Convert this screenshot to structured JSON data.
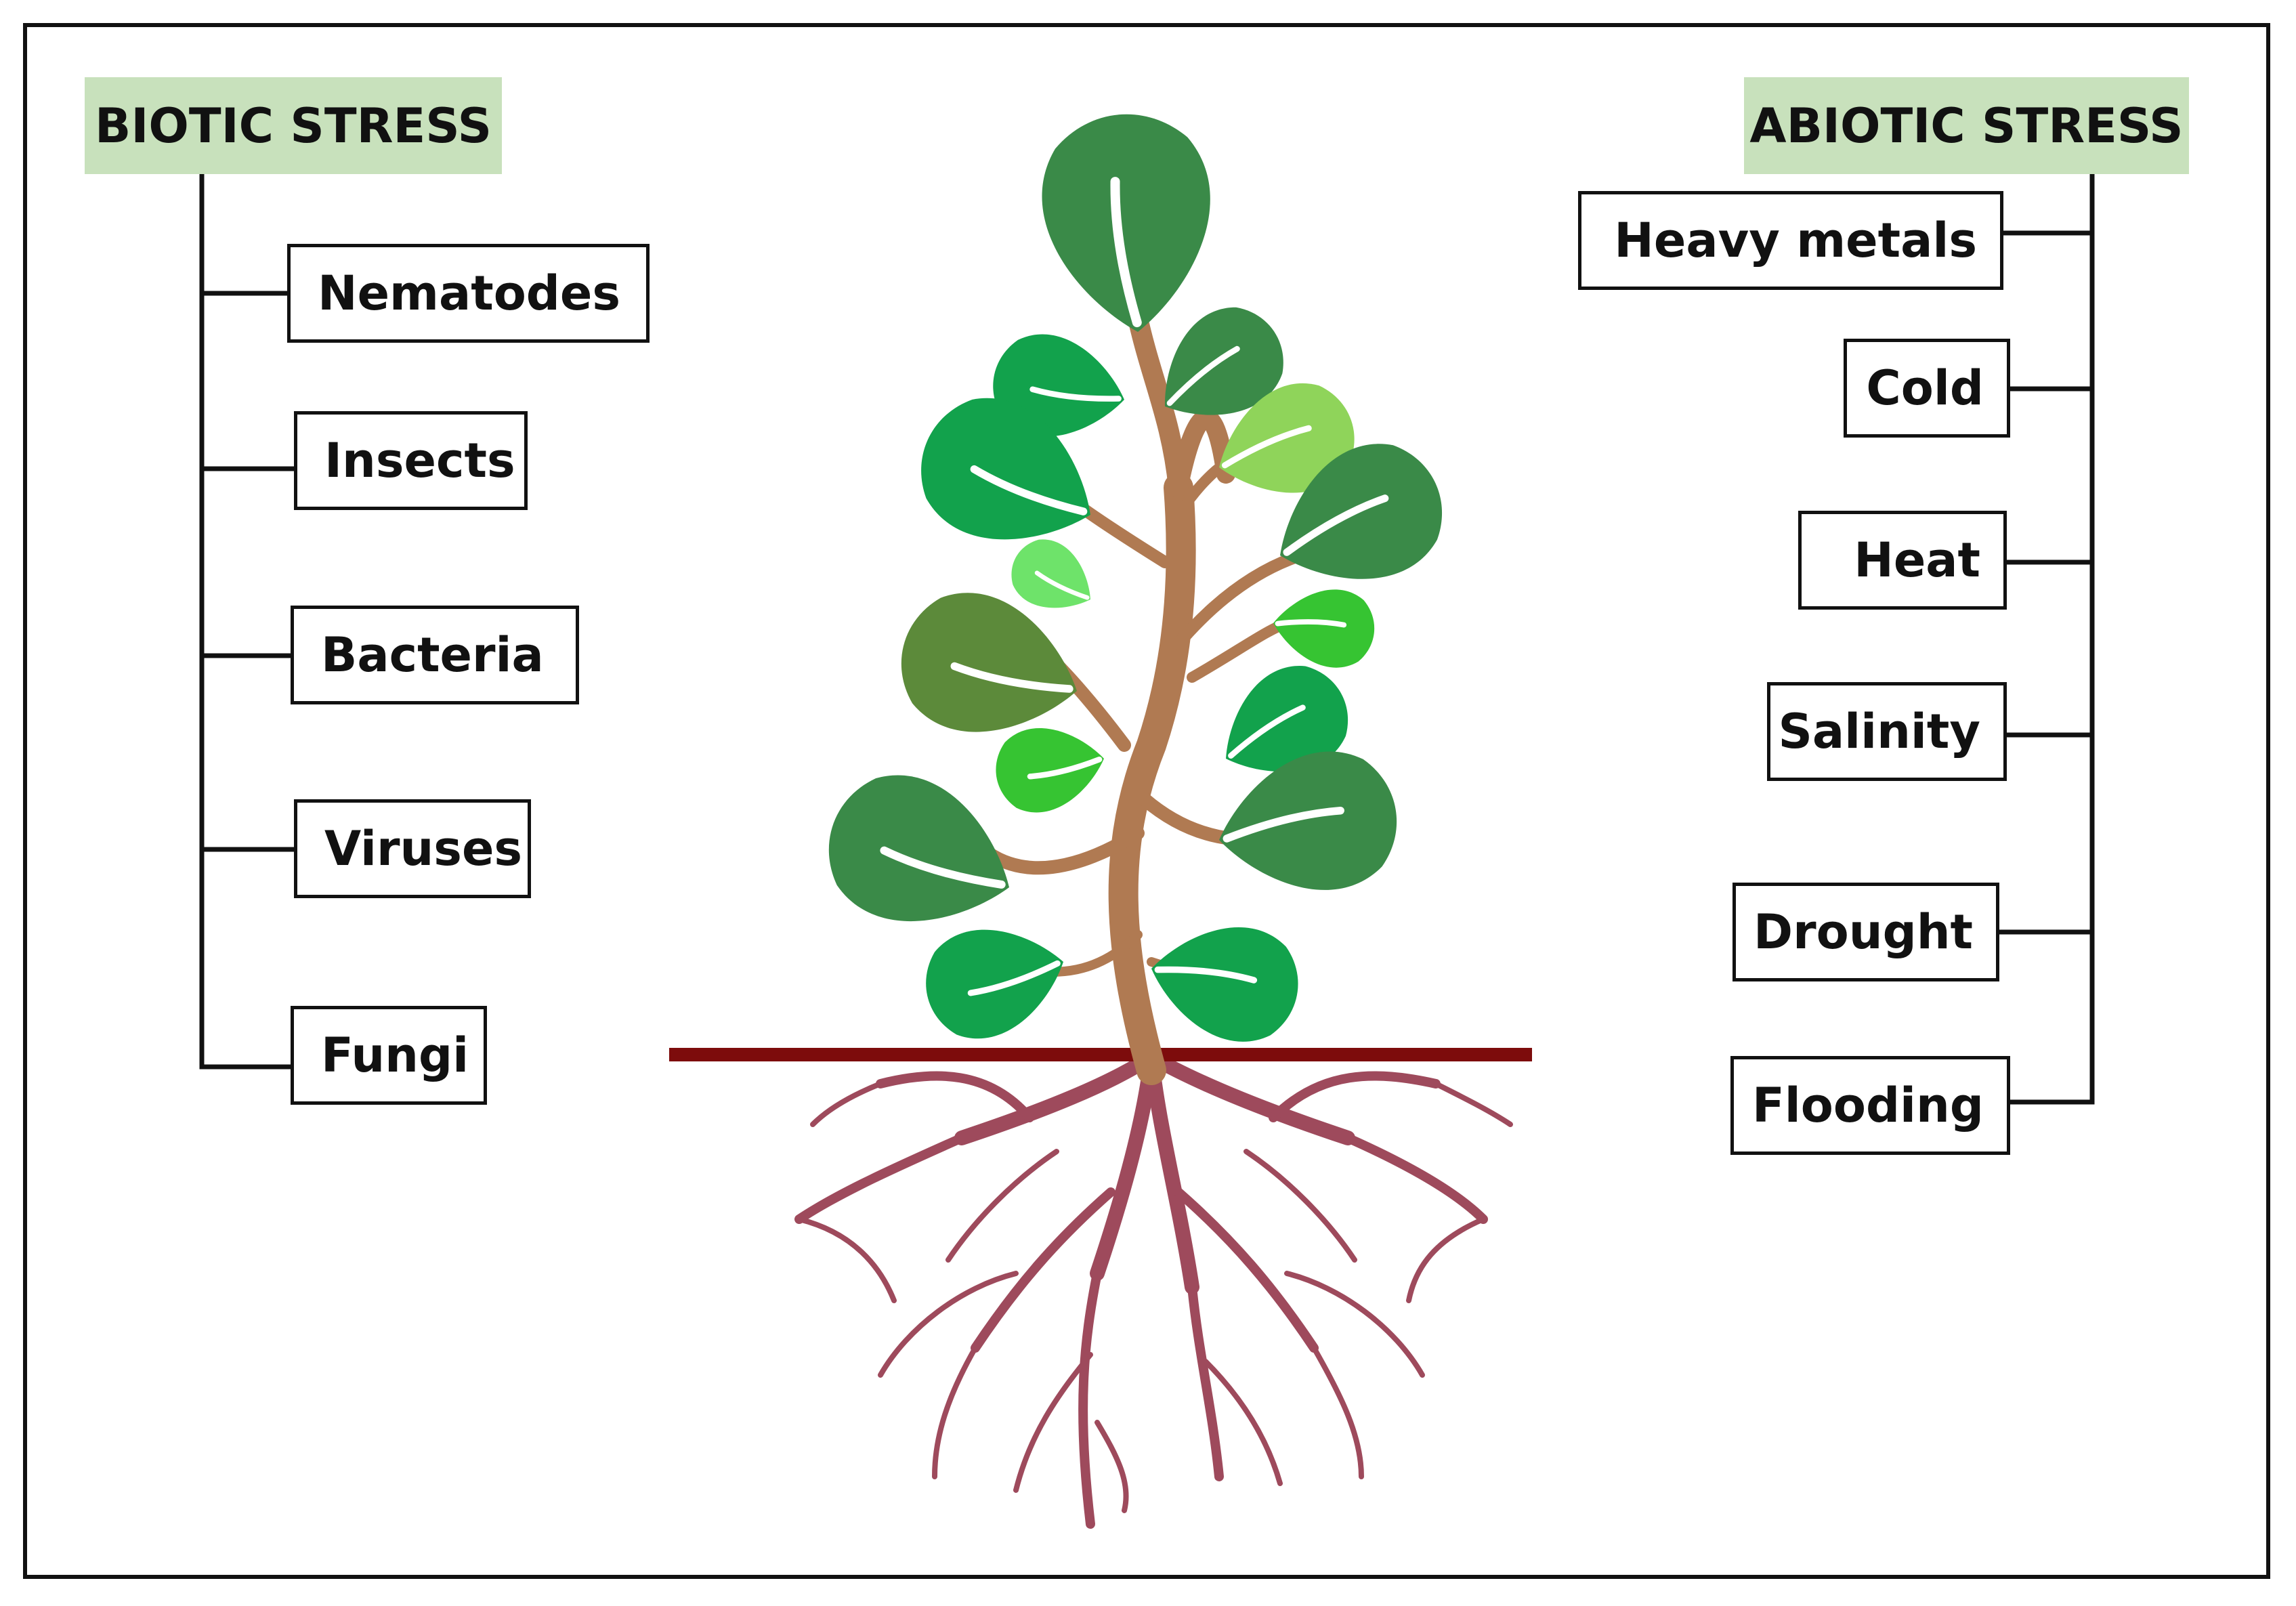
{
  "colors": {
    "header_fill": "#c8e1bc",
    "line": "#111111",
    "ground": "#7d0c0c",
    "stem": "#b07a52",
    "root": "#9e4a5c",
    "leaf_dark": "#3a8a48",
    "leaf_mid": "#12a24c",
    "leaf_light": "#8fd45a"
  },
  "biotic": {
    "title": "BIOTIC STRESS",
    "items": [
      "Nematodes",
      "Insects",
      "Bacteria",
      "Viruses",
      "Fungi"
    ]
  },
  "abiotic": {
    "title": "ABIOTIC STRESS",
    "items": [
      "Heavy metals",
      "Cold",
      "Heat",
      "Salinity",
      "Drought",
      "Flooding"
    ]
  }
}
